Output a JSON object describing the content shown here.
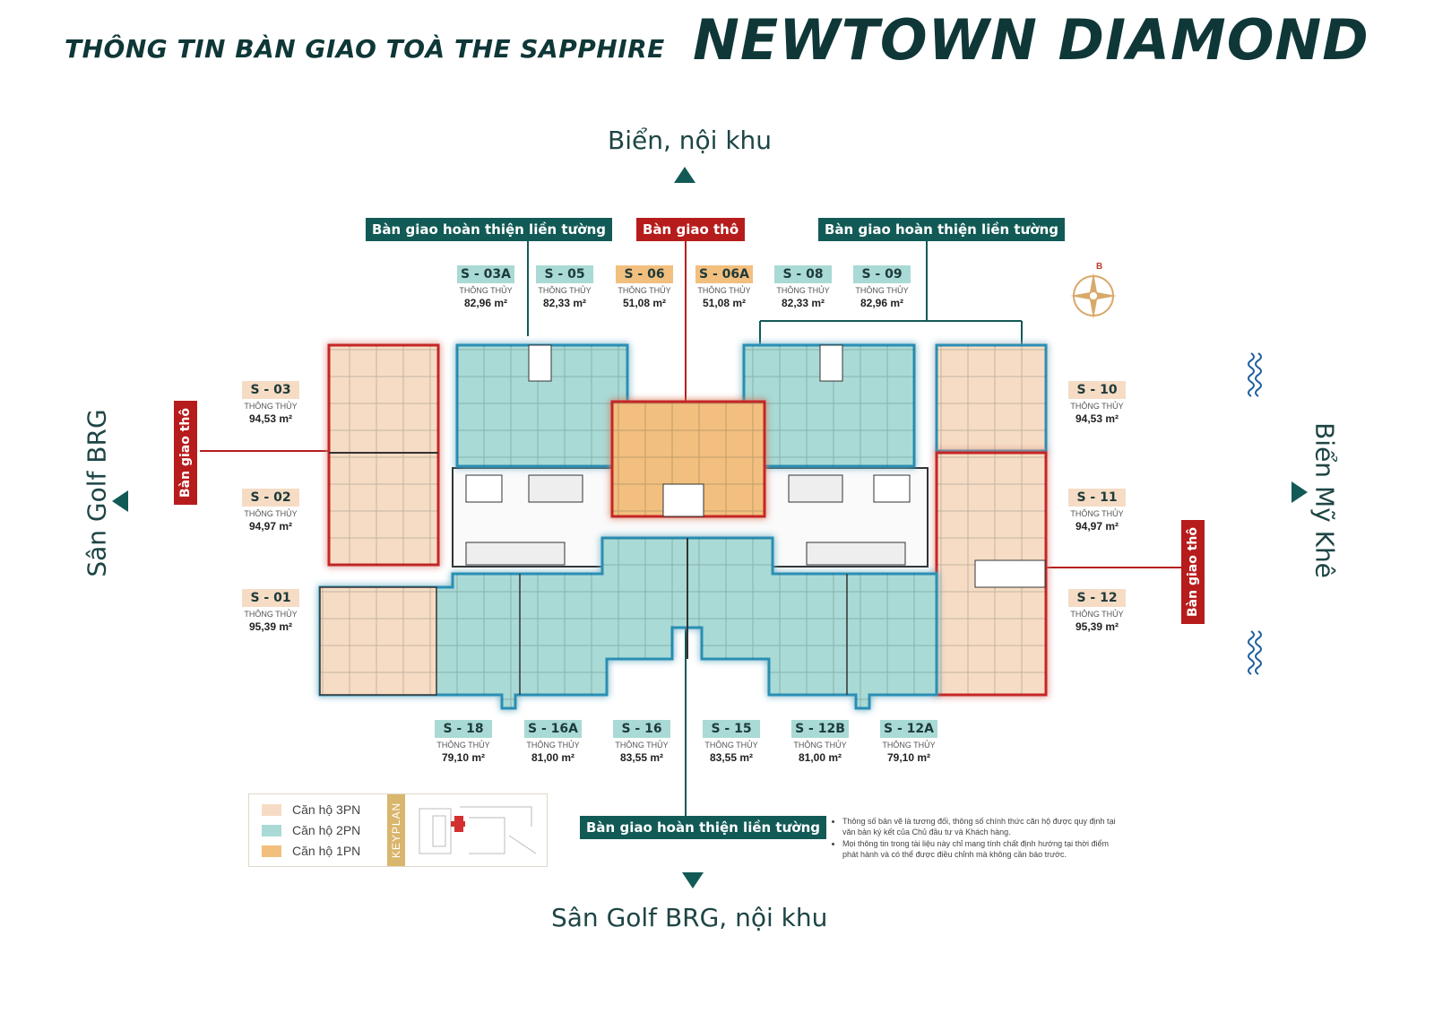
{
  "header": {
    "subtitle": "THÔNG TIN BÀN GIAO TOÀ THE SAPPHIRE",
    "brand": "NEWTOWN DIAMOND"
  },
  "directions": {
    "north": "Biển, nội khu",
    "south": "Sân Golf BRG, nội khu",
    "west": "Sân Golf BRG",
    "east": "Biển Mỹ Khê"
  },
  "tags": {
    "finished_top_left": "Bàn giao hoàn thiện liền tường",
    "raw_top": "Bàn giao thô",
    "finished_top_right": "Bàn giao hoàn thiện liền tường",
    "raw_left": "Bàn giao thô",
    "raw_right": "Bàn giao thô",
    "finished_bottom": "Bàn giao hoàn thiện liền tường"
  },
  "units": {
    "area_label": "THÔNG THỦY",
    "s03a": {
      "code": "S - 03A",
      "area": "82,96 m²"
    },
    "s05": {
      "code": "S - 05",
      "area": "82,33 m²"
    },
    "s06": {
      "code": "S - 06",
      "area": "51,08 m²"
    },
    "s06a": {
      "code": "S - 06A",
      "area": "51,08 m²"
    },
    "s08": {
      "code": "S - 08",
      "area": "82,33 m²"
    },
    "s09": {
      "code": "S - 09",
      "area": "82,96 m²"
    },
    "s03": {
      "code": "S - 03",
      "area": "94,53 m²"
    },
    "s02": {
      "code": "S - 02",
      "area": "94,97 m²"
    },
    "s01": {
      "code": "S - 01",
      "area": "95,39 m²"
    },
    "s10": {
      "code": "S - 10",
      "area": "94,53 m²"
    },
    "s11": {
      "code": "S - 11",
      "area": "94,97 m²"
    },
    "s12": {
      "code": "S - 12",
      "area": "95,39 m²"
    },
    "s18": {
      "code": "S - 18",
      "area": "79,10 m²"
    },
    "s16a": {
      "code": "S - 16A",
      "area": "81,00 m²"
    },
    "s16": {
      "code": "S - 16",
      "area": "83,55 m²"
    },
    "s15": {
      "code": "S - 15",
      "area": "83,55 m²"
    },
    "s12b": {
      "code": "S - 12B",
      "area": "81,00 m²"
    },
    "s12a": {
      "code": "S - 12A",
      "area": "79,10 m²"
    }
  },
  "legend": {
    "items": [
      "Căn hộ 3PN",
      "Căn hộ 2PN",
      "Căn hộ 1PN"
    ],
    "keyplan": "KEYPLAN"
  },
  "compass": {
    "label": "B"
  },
  "notes": [
    "Thông số bản vẽ là tương đối, thông số chính thức căn hộ được quy định tại văn bản ký kết của Chủ đầu tư và Khách hàng.",
    "Mọi thông tin trong tài liệu này chỉ mang tính chất định hướng tại thời điểm phát hành và có thể được điều chỉnh mà không cần báo trước."
  ],
  "colors": {
    "brand_dark": "#0f3737",
    "tag_teal": "#125a56",
    "tag_red": "#b71c1c",
    "unit_3pn": "#f6dcc4",
    "unit_2pn": "#a9dad5",
    "unit_1pn": "#f2bf7e"
  }
}
